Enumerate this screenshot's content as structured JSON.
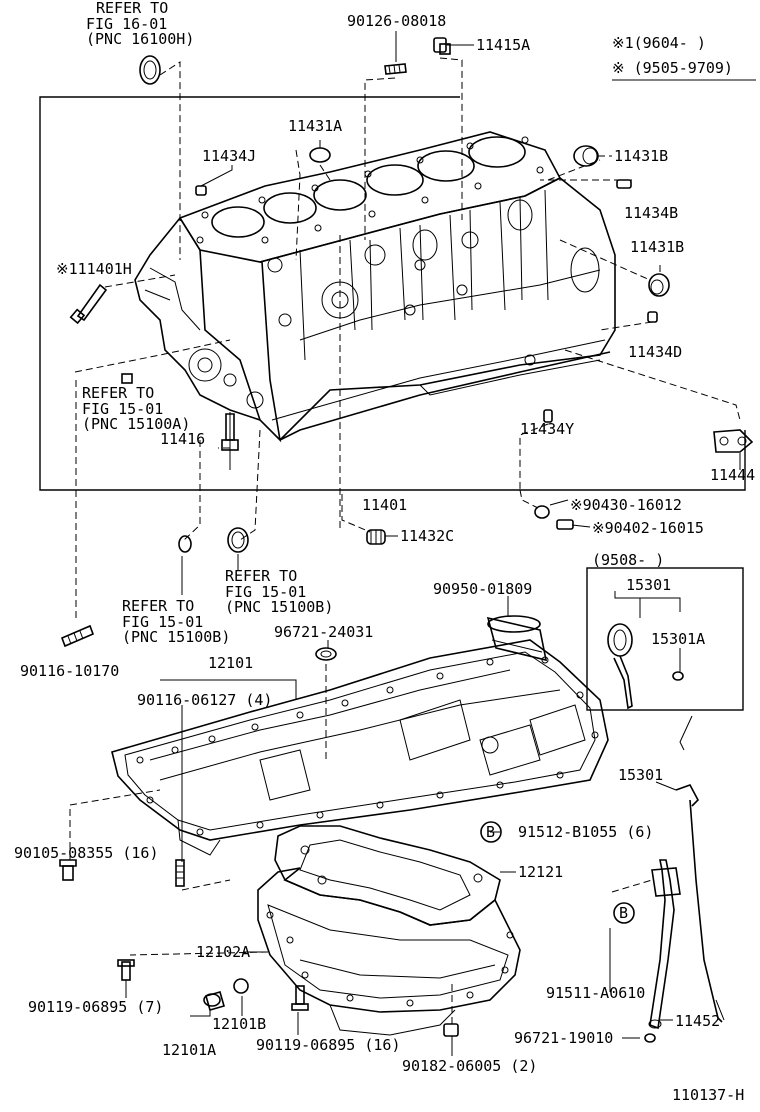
{
  "labels": {
    "refer_fig16_l1": "REFER TO",
    "refer_fig16_l2": "FIG 16-01",
    "refer_fig16_l3": "(PNC 16100H)",
    "p90126_08018": "90126-08018",
    "p11415A": "11415A",
    "note1": "※1(9604-      )",
    "note2": "※ (9505-9709)",
    "p11431A": "11431A",
    "p11434J": "11434J",
    "p11431B_top": "11431B",
    "p11434B": "11434B",
    "p11431B_mid": "11431B",
    "p111401H": "※111401H",
    "p11434D": "11434D",
    "refer_fig15a_l1": "REFER TO",
    "refer_fig15a_l2": "FIG 15-01",
    "refer_fig15a_l3": "(PNC 15100A)",
    "p11416": "11416",
    "p11434Y": "11434Y",
    "p11444": "11444",
    "p11401": "11401",
    "p90430_16012": "※90430-16012",
    "p11432C": "11432C",
    "p90402_16015": "※90402-16015",
    "date_box": "(9508-        )",
    "refer_fig15b_r_l1": "REFER TO",
    "refer_fig15b_r_l2": "FIG 15-01",
    "refer_fig15b_r_l3": "(PNC 15100B)",
    "p90950_01809": "90950-01809",
    "p15301_box": "15301",
    "p15301A": "15301A",
    "refer_fig15b_l_l1": "REFER TO",
    "refer_fig15b_l_l2": "FIG 15-01",
    "refer_fig15b_l_l3": "(PNC 15100B)",
    "p96721_24031": "96721-24031",
    "p90116_10170": "90116-10170",
    "p12101": "12101",
    "p90116_06127": "90116-06127 (4)",
    "p15301": "15301",
    "p90105_08355": "90105-08355 (16)",
    "callout_b": "B",
    "p91512_b1055": "91512-B1055 (6)",
    "p12121": "12121",
    "p12102A": "12102A",
    "p91511_a0610": "91511-A0610",
    "p90119_06895_7": "90119-06895 (7)",
    "p12101B": "12101B",
    "p11452": "11452",
    "p96721_19010": "96721-19010",
    "p12101A": "12101A",
    "p90119_06895_16": "90119-06895 (16)",
    "p90182_06005": "90182-06005 (2)",
    "figure_id": "110137-H"
  }
}
